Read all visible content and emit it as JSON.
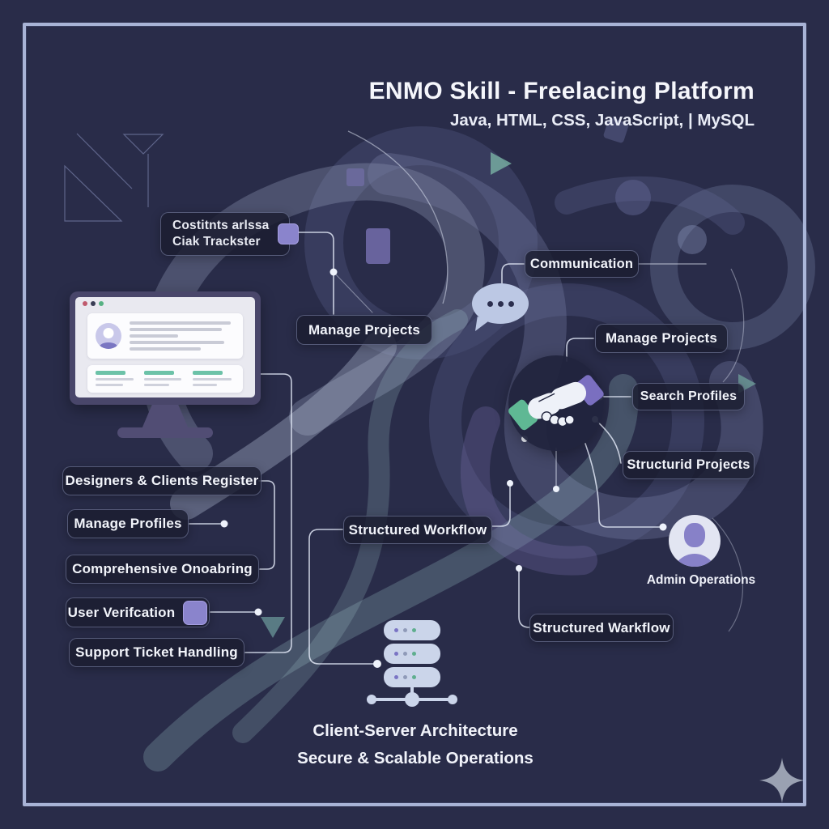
{
  "header": {
    "title": "ENMO Skill - Freelacing Platform",
    "subtitle": "Java, HTML, CSS, JavaScript, | MySQL"
  },
  "pills": {
    "task_tracker": {
      "line1": "Costitnts arlssa",
      "line2": "Ciak Trackster"
    },
    "manage_projects_left": "Manage Projects",
    "communication": "Communication",
    "manage_projects_right": "Manage Projects",
    "search_profiles": "Search Profiles",
    "structured_projects": "Structurid Projects",
    "structured_workflow_center": "Structured Workflow",
    "structured_workflow_right": "Structured Warkflow",
    "designers_clients_register": "Designers & Clients Register",
    "manage_profiles": "Manage Profiles",
    "comprehensive_onboarding": "Comprehensive Onoabring",
    "user_verification": "User Verifcation",
    "support_ticket_handling": "Support Ticket Handling"
  },
  "captions": {
    "admin_operations": "Admin Operations",
    "footer_line1": "Client-Server Architecture",
    "footer_line2": "Secure & Scalable Operations"
  },
  "icons": {
    "monitor": "monitor-profile-mockup-icon",
    "chat": "chat-bubble-icon",
    "handshake": "handshake-icon",
    "admin_avatar": "person-avatar-icon",
    "server": "database-server-icon",
    "sparkle": "sparkle-icon"
  },
  "colors": {
    "background": "#292c49",
    "frame": "#b6c2e6",
    "pill_background": "#1d2038",
    "text": "#f4f6fb",
    "accent_purple": "#8781c8",
    "accent_green": "#5fb894",
    "accent_teal": "#8fc3c4"
  }
}
